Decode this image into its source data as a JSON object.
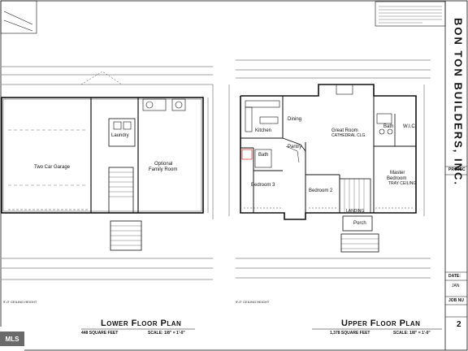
{
  "builder": "BON TON BUILDERS, INC.",
  "lower": {
    "title": "Lower Floor Plan",
    "area": "448 SQUARE FEET",
    "scale": "SCALE: 1/8\" = 1'-0\"",
    "ceiling": "9'-0\" CEILING HEIGHT",
    "rooms": {
      "garage": "Two Car Garage",
      "laundry": "Laundry",
      "family_line1": "Optional",
      "family_line2": "Family Room"
    }
  },
  "upper": {
    "title": "Upper Floor Plan",
    "area": "1,378 SQUARE FEET",
    "scale": "SCALE: 1/8\" = 1'-0\"",
    "ceiling": "9'-0\" CEILING HEIGHT",
    "rooms": {
      "dining": "Dining",
      "kitchen": "Kitchen",
      "great_room": "Great Room",
      "great_room_note": "CATHEDRAL CLG.",
      "bath1": "Bath",
      "wic": "W.I.C.",
      "pantry": "Pantry",
      "bath2": "Bath",
      "master_line1": "Master",
      "master_line2": "Bedroom",
      "master_note": "TRAY CEILING",
      "bedroom3": "Bedroom 3",
      "bedroom2": "Bedroom 2",
      "porch": "Porch",
      "landing": "LANDING"
    }
  },
  "side_panel": {
    "project": "PROJEC",
    "date": "DATE:",
    "date_val": "JAN",
    "job": "JOB NU",
    "sheet": "2"
  },
  "watermark": "MLS"
}
